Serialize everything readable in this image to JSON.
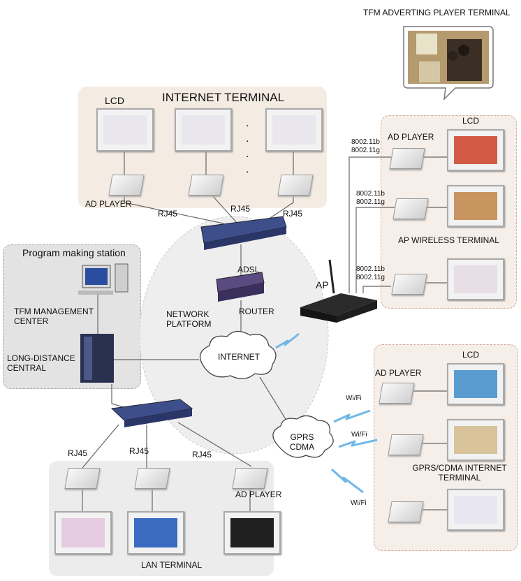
{
  "top_bubble_title": "TFM ADVERTING PLAYER TERMINAL",
  "internet_terminal": {
    "title": "INTERNET TERMINAL",
    "lcd": "LCD",
    "ad_player": "AD PLAYER",
    "rj45": "RJ45"
  },
  "program_station": {
    "title": "Program making station",
    "mgmt": "TFM MANAGEMENT CENTER",
    "longdist": "LONG-DISTANCE CENTRAL"
  },
  "network": {
    "adsl": "ADSL",
    "router": "ROUTER",
    "platform": "NETWORK PLATFORM",
    "internet": "INTERNET",
    "gprs": "GPRS CDMA",
    "ap": "AP"
  },
  "ap_wireless": {
    "title": "AP WIRELESS TERMINAL",
    "lcd": "LCD",
    "ad_player": "AD PLAYER",
    "std_b": "8002.11b",
    "std_g": "8002.11g"
  },
  "gprs_terminal": {
    "title": "GPRS/CDMA INTERNET TERMINAL",
    "lcd": "LCD",
    "ad_player": "AD PLAYER",
    "wifi": "Wi/Fi"
  },
  "lan_terminal": {
    "title": "LAN TERMINAL",
    "ad_player": "AD PLAYER",
    "rj45": "RJ45"
  },
  "ellipsis": "."
}
